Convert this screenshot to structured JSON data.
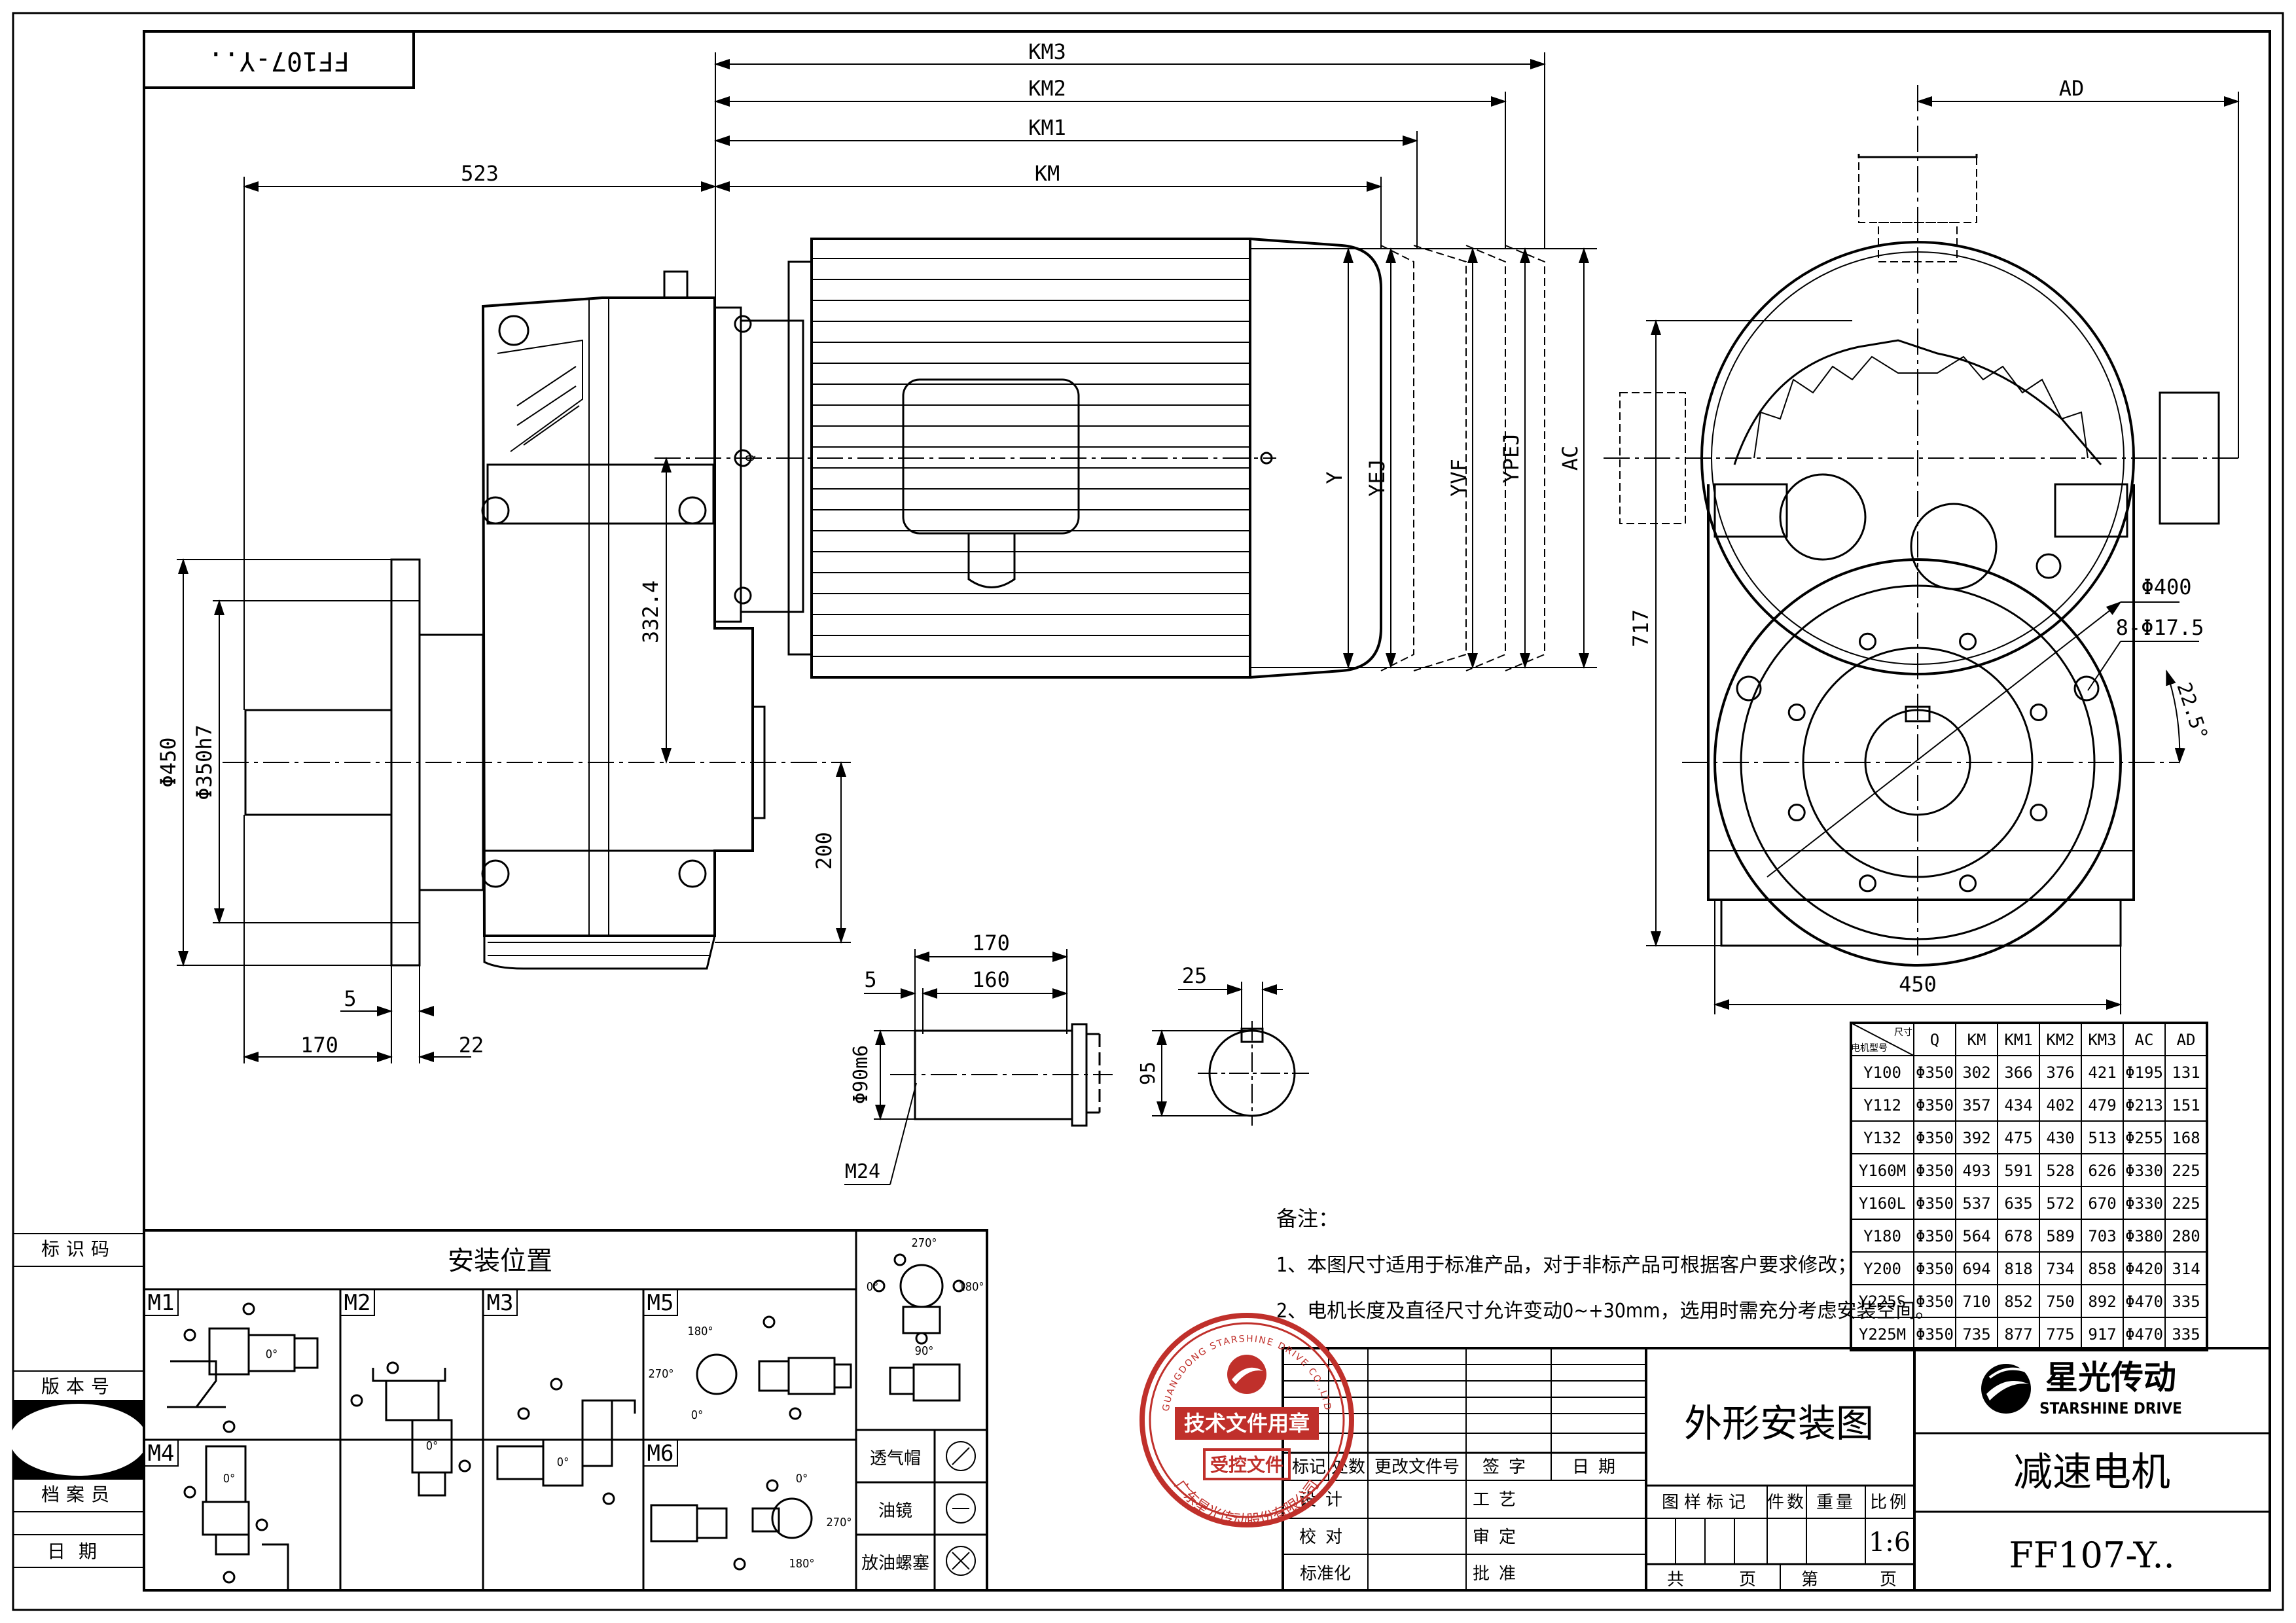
{
  "drawing": {
    "code_box": "FF107-Y..",
    "title_left": "外形安装图",
    "product_name": "减速电机",
    "model_code": "FF107-Y..",
    "scale": "1:6",
    "brand_cn": "星光传动",
    "brand_en": "STARSHINE DRIVE"
  },
  "dimensions": {
    "km3": "KM3",
    "km2": "KM2",
    "km1": "KM1",
    "km": "KM",
    "ad": "AD",
    "d523": "523",
    "d170": "170",
    "d22": "22",
    "d5": "5",
    "dia450": "Φ450",
    "dia350": "Φ350h7",
    "d332": "332.4",
    "d200": "200",
    "y": "Y",
    "yej": "YEJ",
    "yvf": "YVF",
    "ypej": "YPEJ",
    "ac": "AC",
    "d717": "717",
    "w450": "450",
    "dia400": "Φ400",
    "holes": "8-Φ17.5",
    "angle": "22.5°",
    "shaft_170": "170",
    "shaft_160": "160",
    "shaft_5": "5",
    "shaft_dia": "Φ90m6",
    "shaft_m24": "M24",
    "key_25": "25",
    "key_95": "95",
    "letter_q": "Q"
  },
  "spec_table": {
    "corner_top": "尺寸",
    "corner_bottom": "电机型号",
    "headers": [
      "Q",
      "KM",
      "KM1",
      "KM2",
      "KM3",
      "AC",
      "AD"
    ],
    "rows": [
      [
        "Y100",
        "Φ350",
        "302",
        "366",
        "376",
        "421",
        "Φ195",
        "131"
      ],
      [
        "Y112",
        "Φ350",
        "357",
        "434",
        "402",
        "479",
        "Φ213",
        "151"
      ],
      [
        "Y132",
        "Φ350",
        "392",
        "475",
        "430",
        "513",
        "Φ255",
        "168"
      ],
      [
        "Y160M",
        "Φ350",
        "493",
        "591",
        "528",
        "626",
        "Φ330",
        "225"
      ],
      [
        "Y160L",
        "Φ350",
        "537",
        "635",
        "572",
        "670",
        "Φ330",
        "225"
      ],
      [
        "Y180",
        "Φ350",
        "564",
        "678",
        "589",
        "703",
        "Φ380",
        "280"
      ],
      [
        "Y200",
        "Φ350",
        "694",
        "818",
        "734",
        "858",
        "Φ420",
        "314"
      ],
      [
        "Y225S",
        "Φ350",
        "710",
        "852",
        "750",
        "892",
        "Φ470",
        "335"
      ],
      [
        "Y225M",
        "Φ350",
        "735",
        "877",
        "775",
        "917",
        "Φ470",
        "335"
      ]
    ]
  },
  "notes": {
    "heading": "备注：",
    "n1": "1、本图尺寸适用于标准产品，对于非标产品可根据客户要求修改；",
    "n2": "2、电机长度及直径尺寸允许变动0~+30mm，选用时需充分考虑安装空间。"
  },
  "mounting": {
    "title": "安装位置",
    "positions": [
      "M1",
      "M2",
      "M3",
      "M5",
      "M4",
      "M6"
    ],
    "deg_0": "0°",
    "deg_90": "90°",
    "deg_180": "180°",
    "deg_270": "270°",
    "legend": [
      "透气帽",
      "油镜",
      "放油螺塞"
    ]
  },
  "side_labels": [
    "标识码",
    "版本号",
    "档案员",
    "日期"
  ],
  "title_block": {
    "row_headers": [
      "标记",
      "处数",
      "更改文件号",
      "签字",
      "日期"
    ],
    "roles": [
      "设计",
      "校对",
      "标准化"
    ],
    "roles2": [
      "工艺",
      "审定",
      "批准"
    ],
    "attr_headers": [
      "图样标记",
      "件数",
      "重量",
      "比例"
    ],
    "sheets": [
      "共",
      "页",
      "第",
      "页"
    ]
  },
  "stamp": {
    "ring_text": "GUANGDONG STARSHINE DRIVE CO.,LTD",
    "main": "技术文件用章",
    "sub": "受控文件",
    "bottom": "广东星光传动股份有限公司"
  }
}
